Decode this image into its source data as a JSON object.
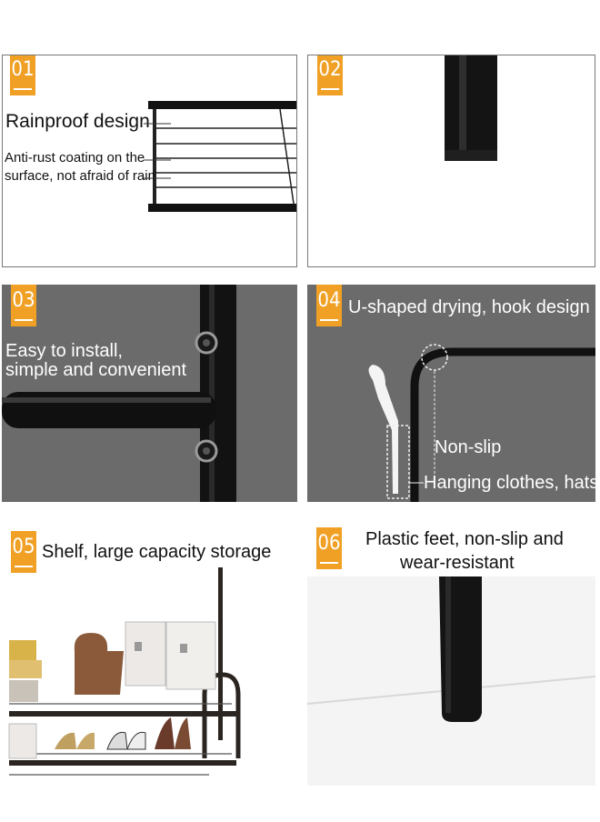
{
  "panels": [
    {
      "number": "01",
      "title": "Rainproof design",
      "lines": [
        "Anti-rust coating on the",
        "surface, not afraid of rain"
      ]
    },
    {
      "number": "02"
    },
    {
      "number": "03",
      "lines": [
        "Easy to install,",
        "simple and convenient"
      ]
    },
    {
      "number": "04",
      "title": "U-shaped drying, hook design",
      "labels": [
        "Non-slip",
        "Hanging clothes, hats"
      ]
    },
    {
      "number": "05",
      "title": "Shelf, large capacity storage"
    },
    {
      "number": "06",
      "lines": [
        "Plastic feet, non-slip and",
        "wear-resistant"
      ]
    }
  ],
  "colors": {
    "accent": "#f0a024",
    "dark_panel": "#6b6b6b",
    "metal": "#141414"
  }
}
